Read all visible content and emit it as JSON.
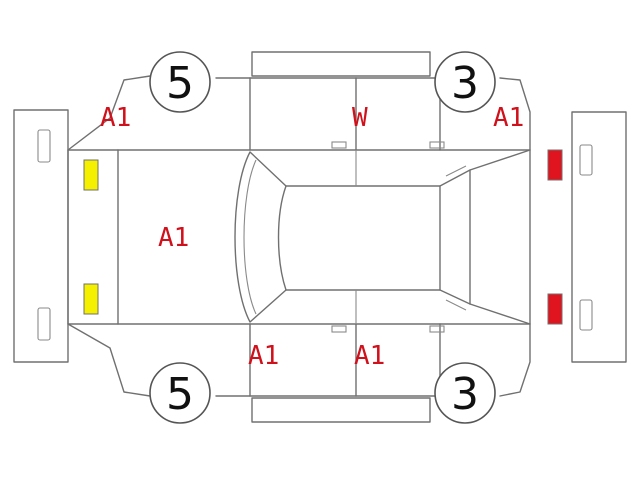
{
  "tyres": {
    "front_left": "5",
    "front_right": "3",
    "rear_left": "5",
    "rear_right": "3"
  },
  "marks": {
    "front_left_fender": "A1",
    "roof_top_edge": "W",
    "front_right_fender": "A1",
    "hood": "A1",
    "rear_left_door": "A1",
    "front_left_door": "A1"
  },
  "colors": {
    "mark": "#d0101a",
    "lamp_front": "#f5ef00",
    "lamp_rear": "#e0141e"
  }
}
